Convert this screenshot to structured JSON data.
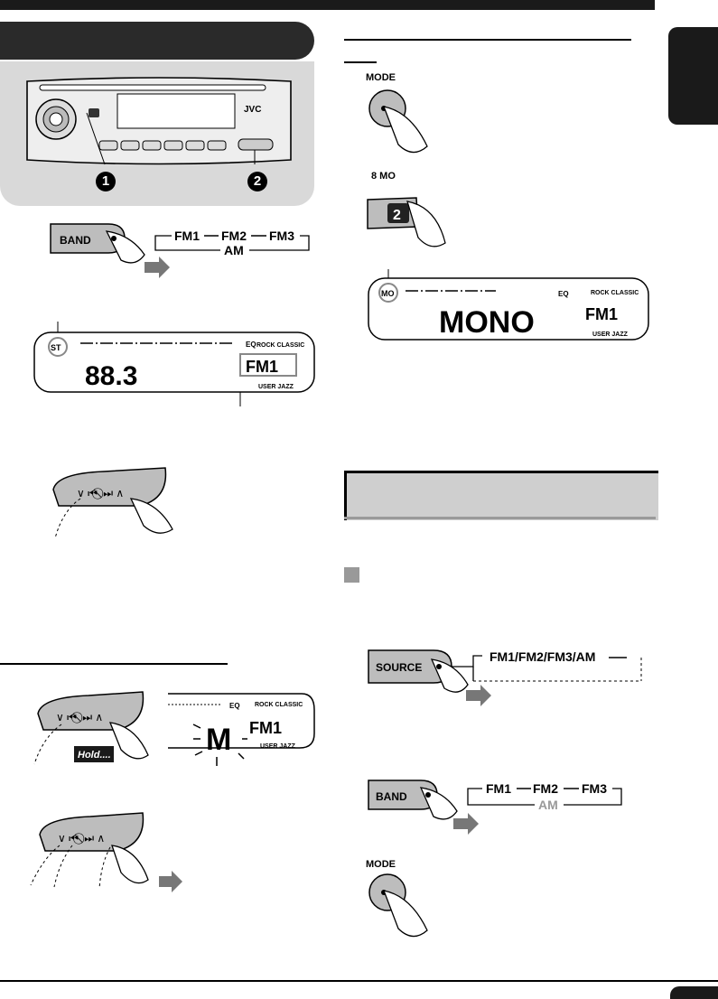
{
  "labels": {
    "mode_1": "MODE",
    "preset_8_mo": "8  MO",
    "mode_2": "MODE",
    "hold": "Hold...."
  },
  "band_cycle_1": {
    "band_button": "BAND",
    "fm1": "FM1",
    "fm2": "FM2",
    "fm3": "FM3",
    "am": "AM"
  },
  "band_cycle_2": {
    "band_button": "BAND",
    "fm1": "FM1",
    "fm2": "FM2",
    "fm3": "FM3",
    "am": "AM"
  },
  "source_cycle": {
    "source_button": "SOURCE",
    "sequence": "FM1/FM2/FM3/AM"
  },
  "display_1": {
    "st_indicator": "ST",
    "frequency": "88.3",
    "band": "FM1",
    "eq": "EQ",
    "modes_top": "ROCK CLASSIC",
    "modes_bottom": "USER  JAZZ"
  },
  "display_2": {
    "mo_indicator": "MO",
    "text": "MONO",
    "band": "FM1",
    "eq": "EQ",
    "modes_top": "ROCK CLASSIC",
    "modes_bottom": "USER  JAZZ"
  },
  "display_3": {
    "text": "M",
    "band": "FM1",
    "eq": "EQ",
    "modes_top": "ROCK CLASSIC",
    "modes_bottom": "USER  JAZZ"
  },
  "preset_button_number": "2",
  "radio_brand": "JVC",
  "callouts": {
    "one": "1",
    "two": "2"
  },
  "colors": {
    "dark": "#1a1a1a",
    "panel": "#d9d9d9",
    "button_gray": "#bdbdbd",
    "accent_gray": "#999999"
  }
}
